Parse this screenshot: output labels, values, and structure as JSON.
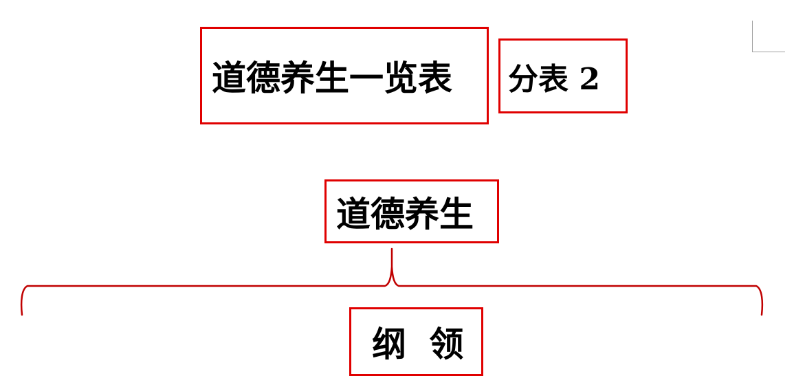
{
  "document": {
    "title": "道德养生一览表",
    "subtitle": "分表 2"
  },
  "tree": {
    "root": "道德养生",
    "child": "纲 领"
  },
  "colors": {
    "box_border": "#e00000",
    "connector": "#c00000",
    "text": "#000000"
  }
}
